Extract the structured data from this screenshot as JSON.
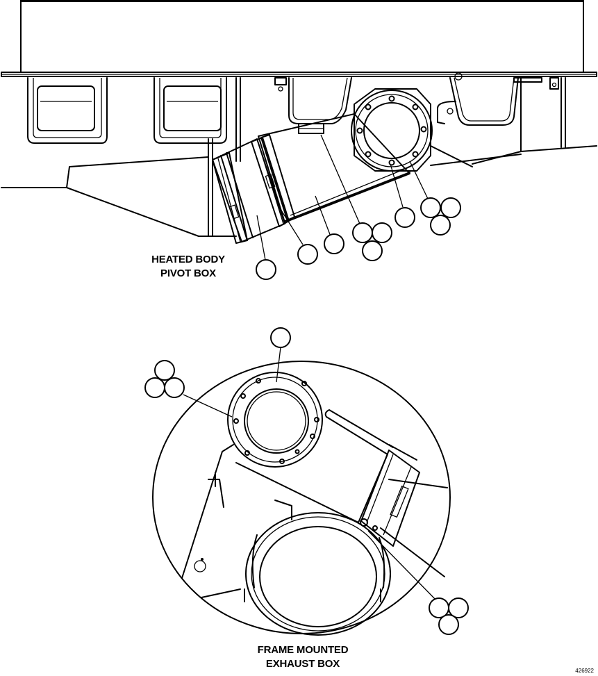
{
  "labels": {
    "heated_body_line1": "HEATED BODY",
    "heated_body_line2": "PIVOT BOX",
    "frame_mounted_line1": "FRAME MOUNTED",
    "frame_mounted_line2": "EXHAUST BOX"
  },
  "figure_id": "426922"
}
